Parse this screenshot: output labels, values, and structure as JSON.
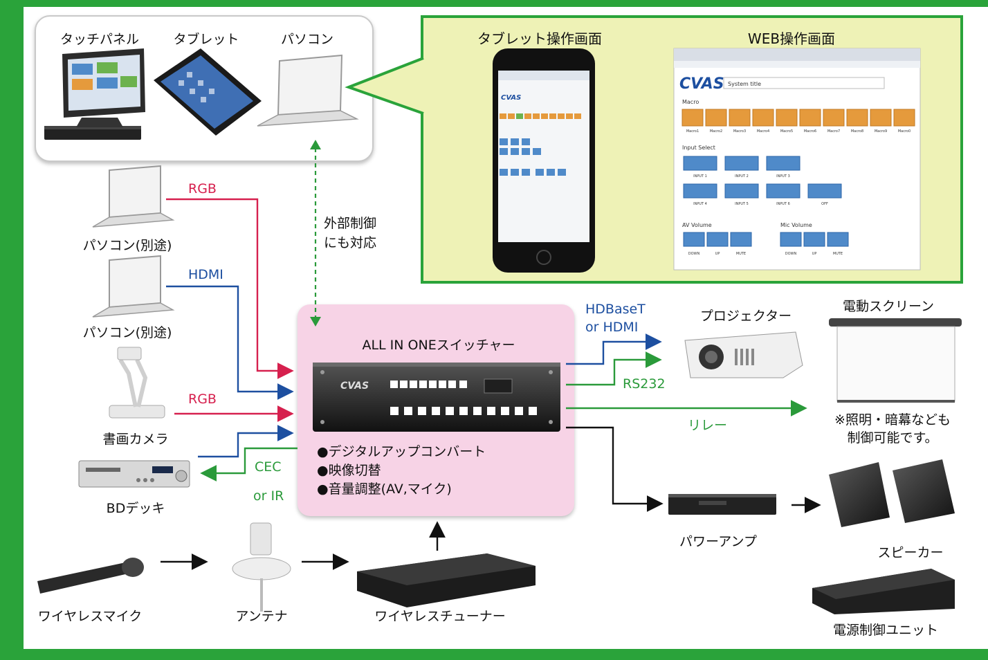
{
  "device_box": {
    "touch_panel": "タッチパネル",
    "tablet": "タブレット",
    "pc": "パソコン"
  },
  "screens": {
    "tablet_screen": "タブレット操作画面",
    "web_screen": "WEB操作画面",
    "web_ui": {
      "logo": "CVAS",
      "system_title": "System title",
      "macro_label": "Macro",
      "macro_buttons": [
        "Macro1",
        "Macro2",
        "Macro3",
        "Macro4",
        "Macro5",
        "Macro6",
        "Macro7",
        "Macro8",
        "Macro9",
        "Macro0"
      ],
      "input_select_label": "Input Select",
      "inputs": [
        "INPUT 1",
        "INPUT 2",
        "INPUT 3",
        "INPUT 4",
        "INPUT 5",
        "INPUT 6",
        "OFF"
      ],
      "av_volume_label": "AV Volume",
      "mic_volume_label": "Mic Volume",
      "volume_buttons": [
        "DOWN",
        "UP",
        "MUTE"
      ]
    },
    "tablet_ui": {
      "logo": "CVAS"
    }
  },
  "external_control": {
    "line1": "外部制御",
    "line2": "にも対応"
  },
  "sources": {
    "pc1": "パソコン(別途)",
    "pc2": "パソコン(別途)",
    "doc_camera": "書画カメラ",
    "bd_deck": "BDデッキ",
    "wireless_mic": "ワイヤレスマイク",
    "antenna": "アンテナ",
    "wireless_tuner": "ワイヤレスチューナー"
  },
  "signals": {
    "rgb1": "RGB",
    "hdmi": "HDMI",
    "rgb2": "RGB",
    "cec": "CEC",
    "or_ir": "or IR",
    "hdbaset": "HDBaseT",
    "or_hdmi": "or HDMI",
    "rs232": "RS232",
    "relay": "リレー"
  },
  "switcher": {
    "title": "ALL IN ONEスイッチャー",
    "logo": "CVAS",
    "features": [
      "●デジタルアップコンバート",
      "●映像切替",
      "●音量調整(AV,マイク)"
    ]
  },
  "outputs": {
    "projector": "プロジェクター",
    "screen": "電動スクリーン",
    "screen_note1": "※照明・暗幕なども",
    "screen_note2": "制御可能です。",
    "power_amp": "パワーアンプ",
    "speaker": "スピーカー",
    "power_unit": "電源制御ユニット"
  },
  "colors": {
    "frame": "#2aa33a",
    "rgb": "#d6204e",
    "hdmi": "#1d4fa0",
    "control": "#2a9a3a",
    "pink": "#f7d3e6",
    "yellow": "#eef2b6"
  }
}
